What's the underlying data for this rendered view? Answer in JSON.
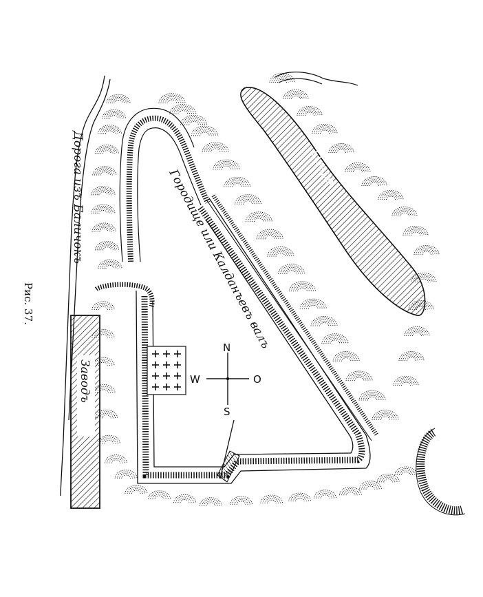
{
  "map": {
    "figure_label": "Рис. 37.",
    "road_label": "Дорога изъ Баличокъ",
    "site_label": "Городище или Калданъевъ валъ",
    "lake_label": "Озеро",
    "building_label": "Заводъ",
    "compass": {
      "north": "N",
      "south": "S",
      "west": "W",
      "east": "O"
    }
  }
}
